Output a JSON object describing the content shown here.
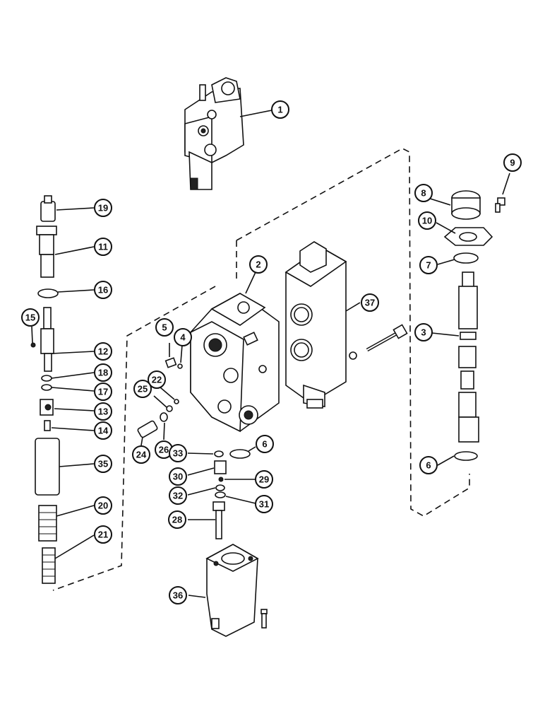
{
  "diagram": {
    "callouts": [
      "1",
      "2",
      "3",
      "4",
      "5",
      "6",
      "6",
      "7",
      "8",
      "9",
      "10",
      "11",
      "12",
      "13",
      "14",
      "15",
      "16",
      "17",
      "18",
      "19",
      "20",
      "21",
      "22",
      "24",
      "25",
      "26",
      "28",
      "29",
      "30",
      "31",
      "32",
      "33",
      "35",
      "36",
      "37"
    ]
  }
}
